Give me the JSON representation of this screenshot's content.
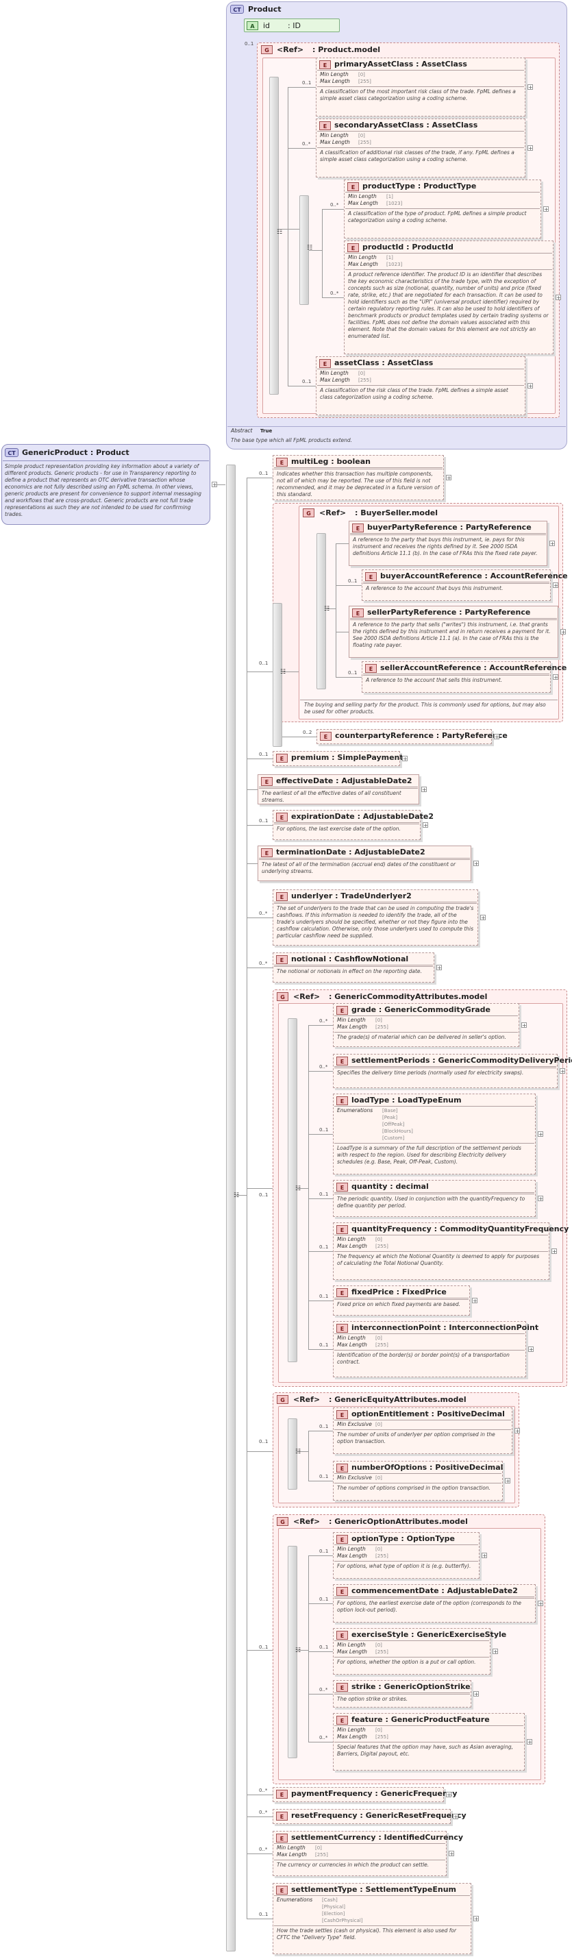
{
  "product_ct": {
    "tag": "CT",
    "title": "Product",
    "attr_tag": "A",
    "attr_name": "id",
    "attr_type": ": ID",
    "model_card": "0..1",
    "group_tag": "G",
    "model_ref": "<Ref>",
    "model_name": ": Product.model",
    "abstract_label": "Abstract",
    "abstract_value": "True",
    "doc": "The base type which all FpML products extend."
  },
  "product_elements": [
    {
      "id": "primaryAssetClass",
      "card": "0..1",
      "tag": "E",
      "title": "primaryAssetClass : AssetClass",
      "facets": [
        [
          "Min Length",
          "[0]"
        ],
        [
          "Max Length",
          "[255]"
        ]
      ],
      "doc": "A classification of the most important risk class of the trade. FpML defines a simple asset class categorization using a coding scheme."
    },
    {
      "id": "secondaryAssetClass",
      "card": "0..*",
      "tag": "E",
      "title": "secondaryAssetClass : AssetClass",
      "facets": [
        [
          "Min Length",
          "[0]"
        ],
        [
          "Max Length",
          "[255]"
        ]
      ],
      "doc": "A classification of additional risk classes of the trade, if any. FpML defines a simple asset class categorization using a coding scheme."
    },
    {
      "id": "productType",
      "card": "0..*",
      "tag": "E",
      "title": "productType : ProductType",
      "facets": [
        [
          "Min Length",
          "[1]"
        ],
        [
          "Max Length",
          "[1023]"
        ]
      ],
      "doc": "A classification of the type of product. FpML defines a simple product categorization using a coding scheme."
    },
    {
      "id": "productId",
      "card": "0..*",
      "tag": "E",
      "title": "productId : ProductId",
      "facets": [
        [
          "Min Length",
          "[1]"
        ],
        [
          "Max Length",
          "[1023]"
        ]
      ],
      "doc": "A product reference identifier. The product ID is an identifier that describes the key economic characteristics of the trade type, with the exception of concepts such as size (notional, quantity, number of units) and price (fixed rate, strike, etc.) that are negotiated for each transaction. It can be used to hold identifiers such as the \"UPI\" (universal product identifier) required by certain regulatory reporting rules. It can also be used to hold identifiers of benchmark products or product templates used by certain trading systems or facilities. FpML does not define the domain values associated with this element. Note that the domain values for this element are not strictly an enumerated list."
    },
    {
      "id": "assetClass",
      "card": "0..1",
      "tag": "E",
      "title": "assetClass : AssetClass",
      "facets": [
        [
          "Min Length",
          "[0]"
        ],
        [
          "Max Length",
          "[255]"
        ]
      ],
      "doc": "A classification of the risk class of the trade. FpML defines a simple asset class categorization using a coding scheme."
    }
  ],
  "generic_ct": {
    "tag": "CT",
    "title": "GenericProduct : Product",
    "doc": "Simple product representation providing key information about a variety of different products. Generic products - for use in Transparency reporting to define a product that represents an OTC derivative transaction whose economics are not fully described using an FpML schema. In other views, generic products are present for convenience to support internal messaging and workflows that are cross-product. Generic products are not full trade representations as such they are not intended to be used for confirming trades."
  },
  "multiLeg": {
    "card": "0..1",
    "tag": "E",
    "title": "multiLeg : boolean",
    "doc": "Indicates whether this transaction has multiple components, not all of which may be reported. The use of this field is not recommended, and it may be deprecated in a future version of this standard."
  },
  "buyerSeller": {
    "card": "0..1",
    "tag": "G",
    "ref": "<Ref>",
    "name": ": BuyerSeller.model",
    "doc": "The buying and selling party for the product. This is commonly used for options, but may also be used for other products.",
    "elements": [
      {
        "id": "buyerPartyReference",
        "card": "",
        "tag": "E",
        "title": "buyerPartyReference : PartyReference",
        "doc": "A reference to the party that buys this instrument, ie. pays for this instrument and receives the rights defined by it. See 2000 ISDA definitions Article 11.1 (b). In the case of FRAs this the fixed rate payer."
      },
      {
        "id": "buyerAccountReference",
        "card": "0..1",
        "tag": "E",
        "title": "buyerAccountReference : AccountReference",
        "doc": "A reference to the account that buys this instrument."
      },
      {
        "id": "sellerPartyReference",
        "card": "",
        "tag": "E",
        "title": "sellerPartyReference : PartyReference",
        "doc": "A reference to the party that sells (\"writes\") this instrument, i.e. that grants the rights defined by this instrument and in return receives a payment for it. See 2000 ISDA definitions Article 11.1 (a). In the case of FRAs this is the floating rate payer."
      },
      {
        "id": "sellerAccountReference",
        "card": "0..1",
        "tag": "E",
        "title": "sellerAccountReference : AccountReference",
        "doc": "A reference to the account that sells this instrument."
      }
    ]
  },
  "counterpartyReference": {
    "card": "0..2",
    "tag": "E",
    "title": "counterpartyReference : PartyReference"
  },
  "premium": {
    "card": "0..1",
    "tag": "E",
    "title": "premium : SimplePayment"
  },
  "effectiveDate": {
    "card": "",
    "tag": "E",
    "title": "effectiveDate : AdjustableDate2",
    "doc": "The earliest of all the effective dates of all constituent streams."
  },
  "expirationDate": {
    "card": "0..1",
    "tag": "E",
    "title": "expirationDate : AdjustableDate2",
    "doc": "For options, the last exercise date of the option."
  },
  "terminationDate": {
    "card": "",
    "tag": "E",
    "title": "terminationDate : AdjustableDate2",
    "doc": "The latest of all of the termination (accrual end) dates of the constituent or underlying streams."
  },
  "underlyer": {
    "card": "0..*",
    "tag": "E",
    "title": "underlyer : TradeUnderlyer2",
    "doc": "The set of underlyers to the trade that can be used in computing the trade's cashflows. If this information is needed to identify the trade, all of the trade's underlyers should be specified, whether or not they figure into the cashflow calculation. Otherwise, only those underlyers used to compute this particular cashflow need be supplied."
  },
  "notional": {
    "card": "0..*",
    "tag": "E",
    "title": "notional : CashflowNotional",
    "doc": "The notional or notionals in effect on the reporting date."
  },
  "commodity": {
    "card": "0..1",
    "tag": "G",
    "ref": "<Ref>",
    "name": ": GenericCommodityAttributes.model",
    "elements": [
      {
        "id": "grade",
        "card": "0..*",
        "tag": "E",
        "title": "grade : GenericCommodityGrade",
        "facets": [
          [
            "Min Length",
            "[0]"
          ],
          [
            "Max Length",
            "[255]"
          ]
        ],
        "doc": "The grade(s) of material which can be delivered in seller's option."
      },
      {
        "id": "settlementPeriods",
        "card": "0..*",
        "tag": "E",
        "title": "settlementPeriods : GenericCommodityDeliveryPeriod",
        "doc": "Specifies the delivery time periods (normally used for electricity swaps)."
      },
      {
        "id": "loadType",
        "card": "0..1",
        "tag": "E",
        "title": "loadType : LoadTypeEnum",
        "enum_label": "Enumerations",
        "enums": [
          "[Base]",
          "[Peak]",
          "[OffPeak]",
          "[BlockHours]",
          "[Custom]"
        ],
        "doc": "LoadType is a summary of the full description of the settlement periods with respect to the region. Used for describing Electricity delivery schedules (e.g. Base, Peak, Off-Peak, Custom)."
      },
      {
        "id": "quantity",
        "card": "0..1",
        "tag": "E",
        "title": "quantity : decimal",
        "doc": "The periodic quantity. Used in conjunction with the quantityFrequency to define quantity per period."
      },
      {
        "id": "quantityFrequency",
        "card": "0..1",
        "tag": "E",
        "title": "quantityFrequency : CommodityQuantityFrequency",
        "facets": [
          [
            "Min Length",
            "[0]"
          ],
          [
            "Max Length",
            "[255]"
          ]
        ],
        "doc": "The frequency at which the Notional Quantity is deemed to apply for purposes of calculating the Total Notional Quantity."
      },
      {
        "id": "fixedPrice",
        "card": "0..1",
        "tag": "E",
        "title": "fixedPrice : FixedPrice",
        "doc": "Fixed price on which fixed payments are based."
      },
      {
        "id": "interconnectionPoint",
        "card": "0..1",
        "tag": "E",
        "title": "interconnectionPoint : InterconnectionPoint",
        "facets": [
          [
            "Min Length",
            "[0]"
          ],
          [
            "Max Length",
            "[255]"
          ]
        ],
        "doc": "Identification of the border(s) or border point(s) of a transportation contract."
      }
    ]
  },
  "equity": {
    "card": "0..1",
    "tag": "G",
    "ref": "<Ref>",
    "name": ": GenericEquityAttributes.model",
    "elements": [
      {
        "id": "optionEntitlement",
        "card": "0..1",
        "tag": "E",
        "title": "optionEntitlement : PositiveDecimal",
        "facets": [
          [
            "Min Exclusive",
            "[0]"
          ]
        ],
        "doc": "The number of units of underlyer per option comprised in the option transaction."
      },
      {
        "id": "numberOfOptions",
        "card": "0..1",
        "tag": "E",
        "title": "numberOfOptions : PositiveDecimal",
        "facets": [
          [
            "Min Exclusive",
            "[0]"
          ]
        ],
        "doc": "The number of options comprised in the option transaction."
      }
    ]
  },
  "option": {
    "card": "0..1",
    "tag": "G",
    "ref": "<Ref>",
    "name": ": GenericOptionAttributes.model",
    "elements": [
      {
        "id": "optionType",
        "card": "0..1",
        "tag": "E",
        "title": "optionType : OptionType",
        "facets": [
          [
            "Min Length",
            "[0]"
          ],
          [
            "Max Length",
            "[255]"
          ]
        ],
        "doc": "For options, what type of option it is (e.g. butterfly)."
      },
      {
        "id": "commencementDate",
        "card": "0..1",
        "tag": "E",
        "title": "commencementDate : AdjustableDate2",
        "doc": "For options, the earliest exercise date of the option (corresponds to the option lock-out period)."
      },
      {
        "id": "exerciseStyle",
        "card": "0..1",
        "tag": "E",
        "title": "exerciseStyle : GenericExerciseStyle",
        "facets": [
          [
            "Min Length",
            "[0]"
          ],
          [
            "Max Length",
            "[255]"
          ]
        ],
        "doc": "For options, whether the option is a put or call option."
      },
      {
        "id": "strike",
        "card": "0..*",
        "tag": "E",
        "title": "strike : GenericOptionStrike",
        "doc": "The option strike or strikes."
      },
      {
        "id": "feature",
        "card": "0..*",
        "tag": "E",
        "title": "feature : GenericProductFeature",
        "facets": [
          [
            "Min Length",
            "[0]"
          ],
          [
            "Max Length",
            "[255]"
          ]
        ],
        "doc": "Special features that the option may have, such as Asian averaging, Barriers, Digital payout, etc."
      }
    ]
  },
  "paymentFrequency": {
    "card": "0..*",
    "tag": "E",
    "title": "paymentFrequency : GenericFrequency"
  },
  "resetFrequency": {
    "card": "0..*",
    "tag": "E",
    "title": "resetFrequency : GenericResetFrequency"
  },
  "settlementCurrency": {
    "card": "0..*",
    "tag": "E",
    "title": "settlementCurrency : IdentifiedCurrency",
    "facets": [
      [
        "Min Length",
        "[0]"
      ],
      [
        "Max Length",
        "[255]"
      ]
    ],
    "doc": "The currency or currencies in which the product can settle."
  },
  "settlementType": {
    "card": "0..1",
    "tag": "E",
    "title": "settlementType : SettlementTypeEnum",
    "enum_label": "Enumerations",
    "enums": [
      "[Cash]",
      "[Physical]",
      "[Election]",
      "[CashOrPhysical]"
    ],
    "doc": "How the trade settles (cash or physical). This element is also used for CFTC the \"Delivery Type\" field."
  }
}
